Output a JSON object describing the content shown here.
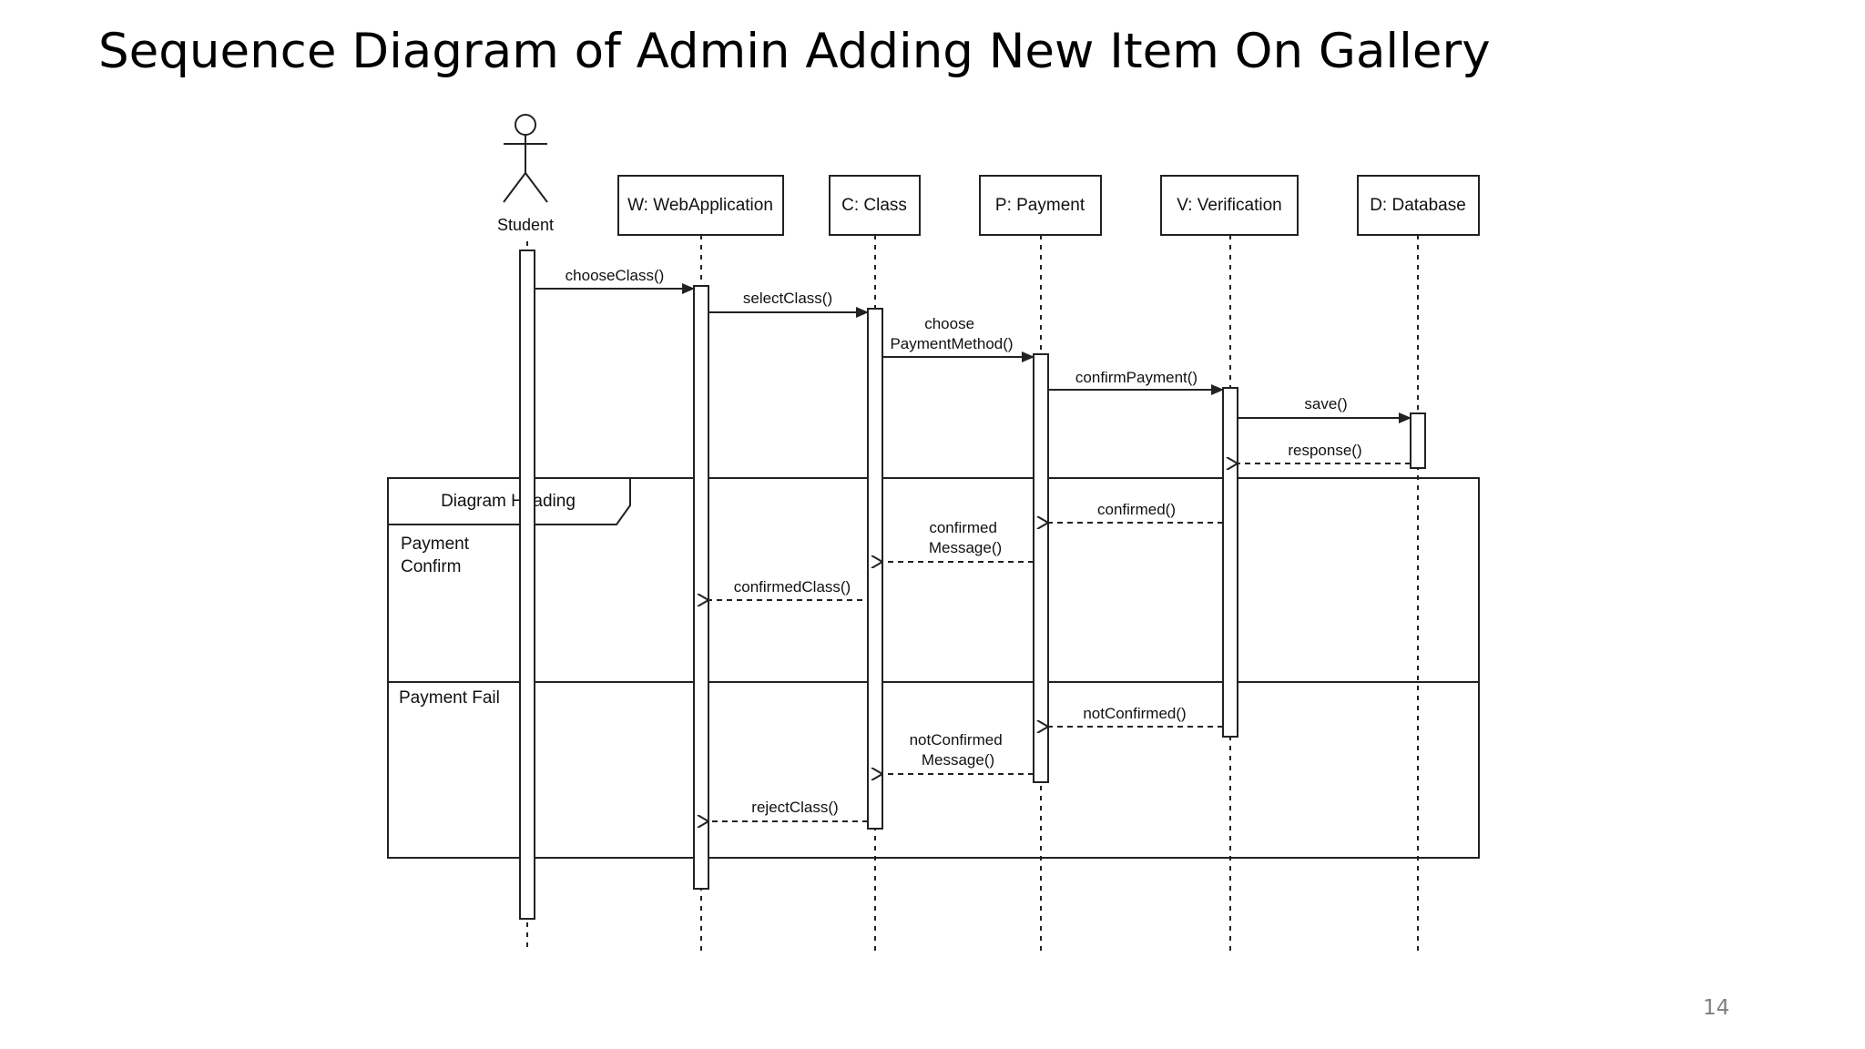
{
  "title": "Sequence Diagram of Admin Adding New Item On Gallery",
  "page_number": "14",
  "actor": {
    "name": "Student",
    "icon": "stick-figure-icon"
  },
  "lifelines": [
    {
      "id": "W",
      "label": "W: WebApplication"
    },
    {
      "id": "C",
      "label": "C: Class"
    },
    {
      "id": "P",
      "label": "P: Payment"
    },
    {
      "id": "V",
      "label": "V: Verification"
    },
    {
      "id": "D",
      "label": "D: Database"
    }
  ],
  "messages": {
    "chooseClass": "chooseClass()",
    "selectClass": "selectClass()",
    "choosePaymentMethod": [
      "choose",
      "PaymentMethod()"
    ],
    "confirmPayment": "confirmPayment()",
    "save": "save()",
    "response": "response()",
    "confirmed": "confirmed()",
    "confirmedMessage": [
      "confirmed",
      "Message()"
    ],
    "confirmedClass": "confirmedClass()",
    "notConfirmed": "notConfirmed()",
    "notConfirmedMessage": [
      "notConfirmed",
      "Message()"
    ],
    "rejectClass": "rejectClass()"
  },
  "frame": {
    "heading": "Diagram Heading",
    "sections": [
      {
        "label": [
          "Payment",
          "Confirm"
        ]
      },
      {
        "label": [
          "Payment Fail"
        ]
      }
    ]
  }
}
